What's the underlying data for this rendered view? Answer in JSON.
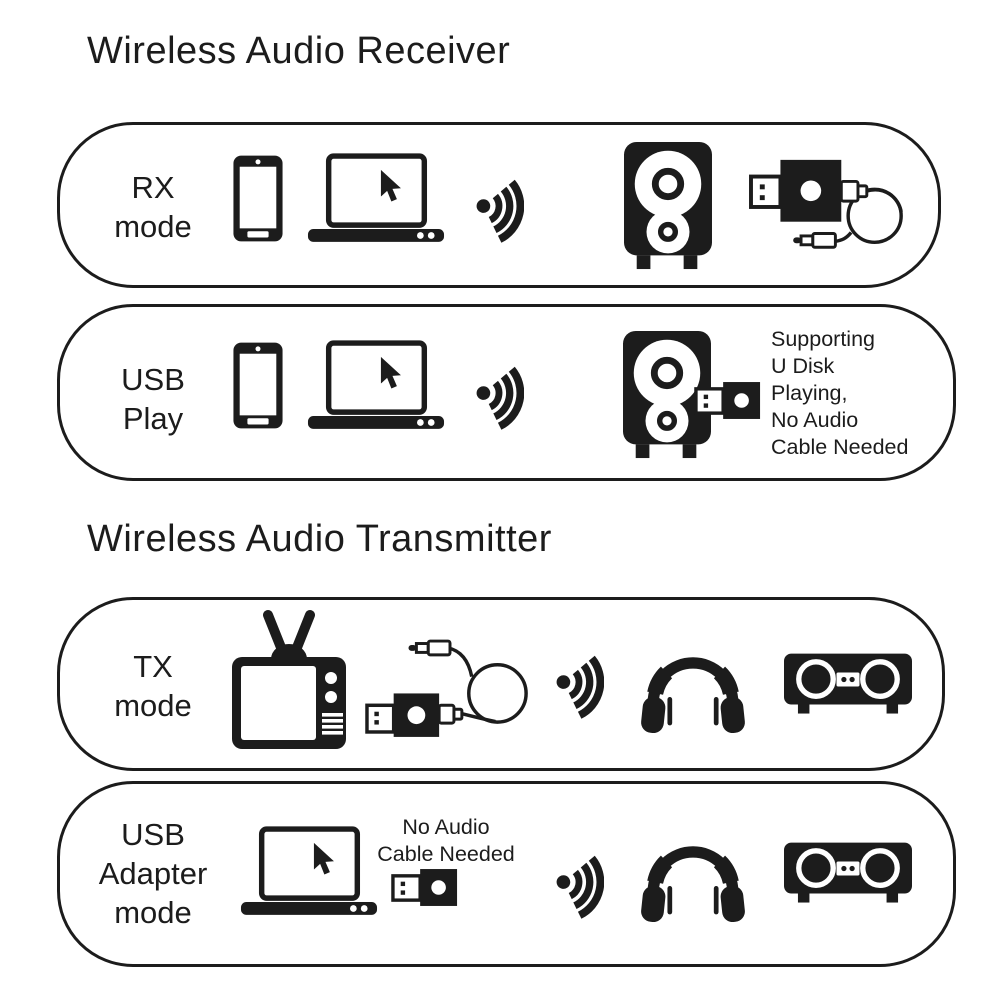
{
  "colors": {
    "ink": "#1c1c1c",
    "paper": "#ffffff"
  },
  "receiver": {
    "title": "Wireless Audio Receiver",
    "rows": [
      {
        "id": "rx-mode",
        "label": "RX\nmode",
        "icons": [
          "smartphone",
          "laptop",
          "wireless-signal",
          "speaker",
          "usb-dongle-with-aux-cable"
        ]
      },
      {
        "id": "usb-play",
        "label": "USB\nPlay",
        "icons": [
          "smartphone",
          "laptop",
          "wireless-signal",
          "speaker-with-usb-dongle"
        ],
        "note": "Supporting\nU Disk\nPlaying,\nNo Audio\nCable Needed"
      }
    ]
  },
  "transmitter": {
    "title": "Wireless Audio Transmitter",
    "rows": [
      {
        "id": "tx-mode",
        "label": "TX\nmode",
        "icons": [
          "tv",
          "usb-dongle-with-aux-cable",
          "wireless-signal",
          "headphones",
          "stereo-speaker"
        ]
      },
      {
        "id": "usb-adapter-mode",
        "label": "USB\nAdapter\nmode",
        "icons": [
          "laptop",
          "usb-dongle",
          "wireless-signal",
          "headphones",
          "stereo-speaker"
        ],
        "note": "No Audio\nCable Needed"
      }
    ]
  }
}
